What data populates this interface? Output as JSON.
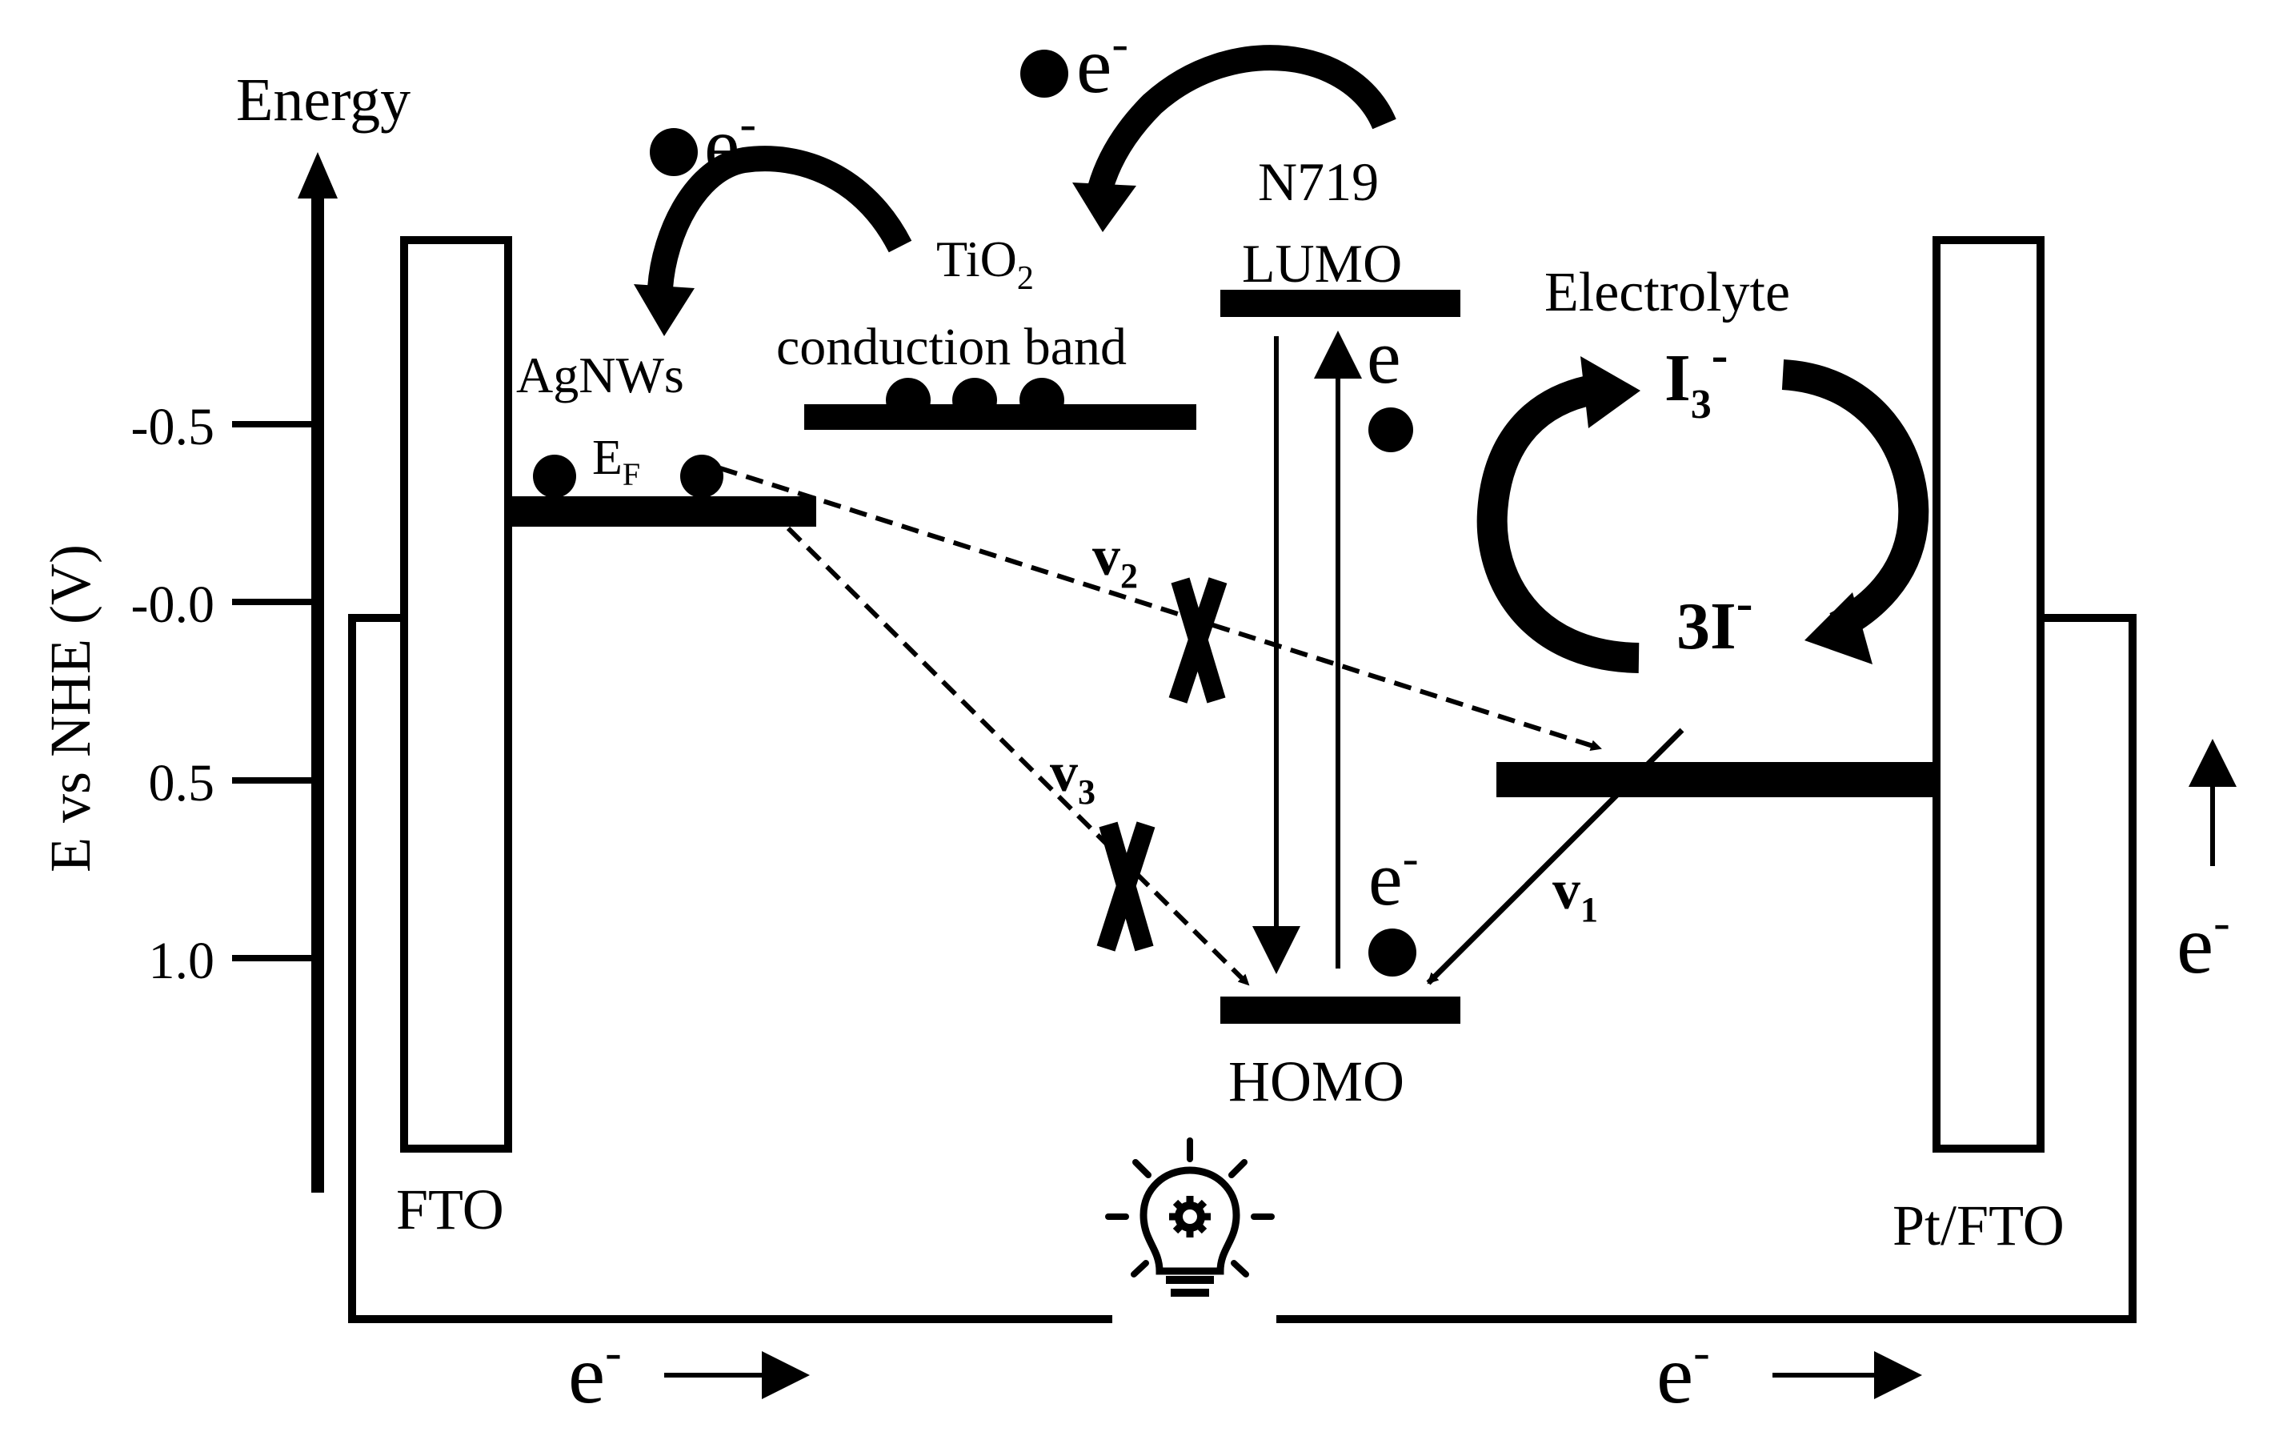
{
  "axis": {
    "energy_label": "Energy",
    "ylabel": "E vs NHE (V)",
    "ticks": [
      "-0.5",
      "-0.0",
      "0.5",
      "1.0"
    ]
  },
  "electrodes": {
    "left": "FTO",
    "right": "Pt/FTO"
  },
  "levels": {
    "agnws": "AgNWs",
    "fermi_main": "E",
    "fermi_sub": "F",
    "tio2_main": "TiO",
    "tio2_sub": "2",
    "tio2_line2": "conduction band",
    "dye": "N719",
    "lumo": "LUMO",
    "homo": "HOMO"
  },
  "electrolyte": {
    "title": "Electrolyte",
    "triiodide_main": "I",
    "triiodide_sub": "3",
    "triiodide_sup": "-",
    "iodide_main": "3I",
    "iodide_sup": "-"
  },
  "processes": {
    "v1_main": "v",
    "v1_sub": "1",
    "v2_main": "v",
    "v2_sub": "2",
    "v3_main": "v",
    "v3_sub": "3"
  },
  "electrons": {
    "e_main": "e",
    "e_sup": "-",
    "lumo_e": "e"
  },
  "icons": {
    "bulb": "lightbulb-gear-icon",
    "blocked": "cross-icon"
  }
}
